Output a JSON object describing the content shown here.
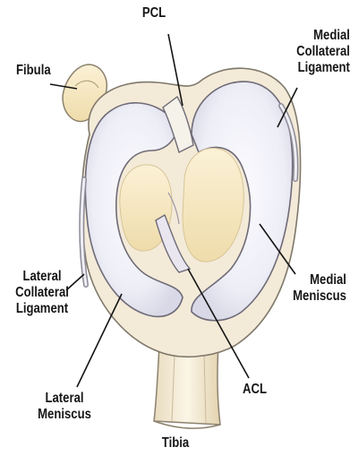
{
  "labels": {
    "pcl": "PCL",
    "fibula": "Fibula",
    "mcl": [
      "Medial",
      "Collateral",
      "Ligament"
    ],
    "lcl": [
      "Lateral",
      "Collateral",
      "Ligament"
    ],
    "medial_meniscus": [
      "Medial",
      "Meniscus"
    ],
    "lateral_meniscus": [
      "Lateral",
      "Meniscus"
    ],
    "acl": "ACL",
    "tibia": "Tibia"
  }
}
